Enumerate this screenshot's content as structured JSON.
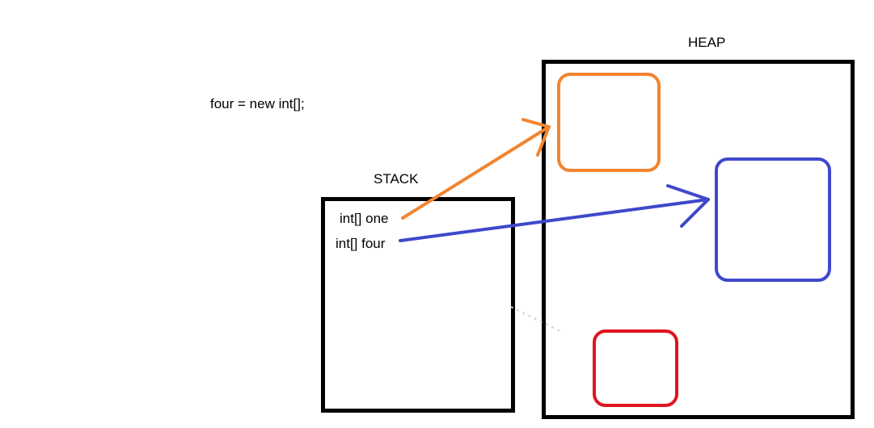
{
  "code": "four = new int[];",
  "stack": {
    "title": "STACK",
    "variables": [
      {
        "label": "int[] one",
        "color": "#f28530"
      },
      {
        "label": "int[] four",
        "color": "#3f48cc"
      }
    ]
  },
  "heap": {
    "title": "HEAP",
    "objects": [
      {
        "color": "#f28530"
      },
      {
        "color": "#3f48cc"
      },
      {
        "color": "#e0151f"
      }
    ]
  }
}
